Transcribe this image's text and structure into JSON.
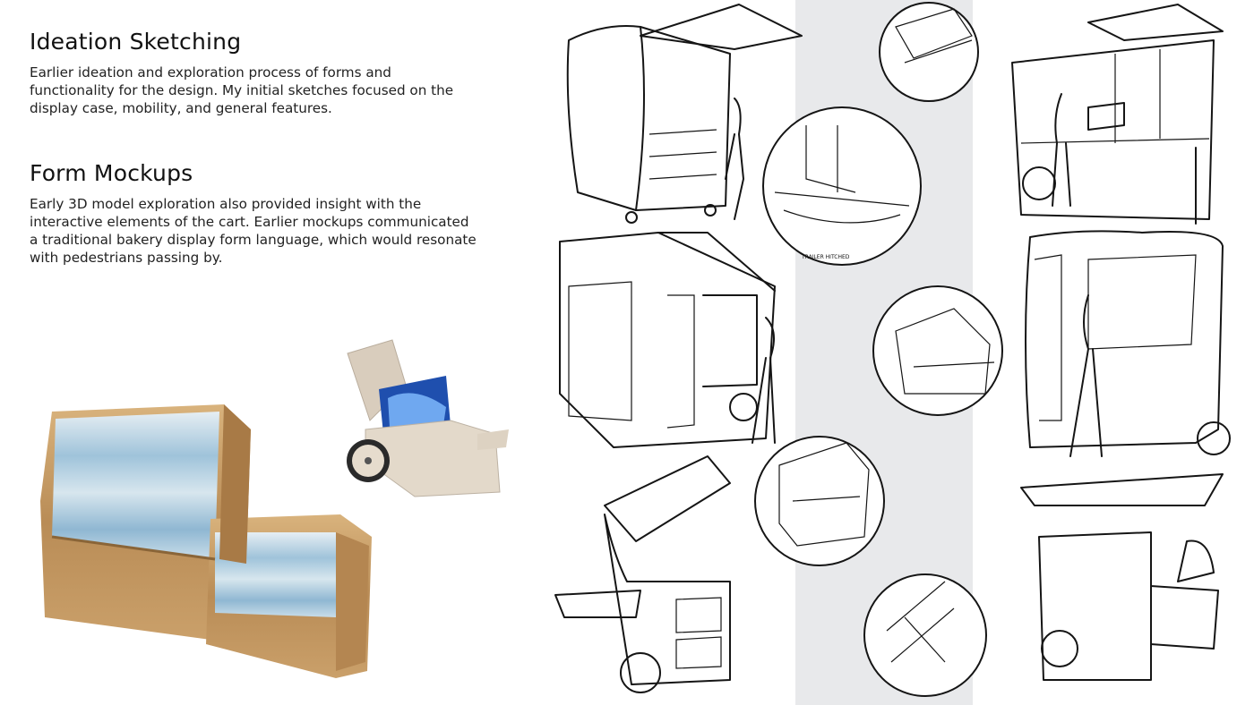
{
  "sections": [
    {
      "title": "Ideation Sketching",
      "body": "Earlier ideation and exploration process of forms and functionality for the design. My initial sketches focused on the display case, mobility, and general features."
    },
    {
      "title": "Form Mockups",
      "body": "Early 3D model exploration also provided insight with the interactive elements of the cart. Earlier mockups communicated a traditional bakery display form language, which would resonate with pedestrians passing by."
    }
  ],
  "colors": {
    "band": "#e8e9eb",
    "cardboard": "#c8a26c",
    "display_blue": "#a9c8dd",
    "mockup_beige": "#e0d6c8",
    "mockup_blue": "#2f6fd6"
  },
  "icons": [
    "cardboard-mockup",
    "beige-mockup",
    "cart-sketch"
  ]
}
